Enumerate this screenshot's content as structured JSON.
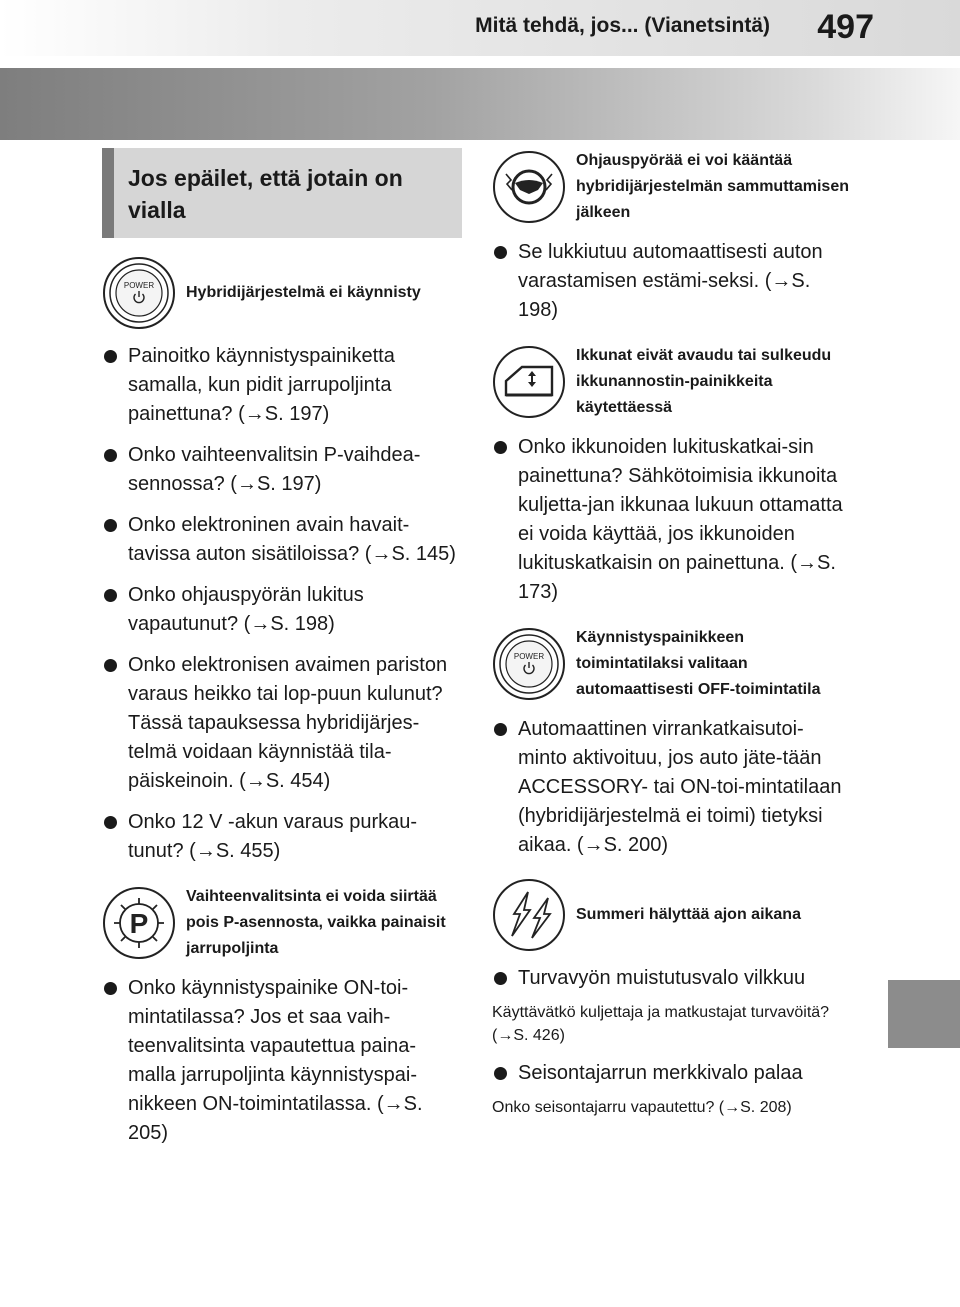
{
  "header": {
    "title": "Mitä tehdä, jos... (Vianetsintä)",
    "page_number": "497"
  },
  "left": {
    "heading": "Jos epäilet, että jotain on vialla",
    "sym1": {
      "icon": "power-button-icon",
      "icon_label": "POWER",
      "title": "Hybridijärjestelmä ei käynnisty",
      "items": [
        "Painoitko käynnistyspainiketta samalla, kun pidit jarrupoljinta painettuna? (→S. 197)",
        "Onko vaihteenvalitsin P-vaihdea-sennossa? (→S. 197)",
        "Onko elektroninen avain havait-tavissa auton sisätiloissa? (→S. 145)",
        "Onko ohjauspyörän lukitus vapautunut? (→S. 198)",
        "Onko elektronisen avaimen pariston varaus heikko tai lop-puun kulunut? Tässä tapauksessa hybridijärjes-telmä voidaan käynnistää tila-päiskeinoin. (→S. 454)",
        "Onko 12 V -akun varaus purkau-tunut? (→S. 455)"
      ]
    },
    "sym2": {
      "icon": "shift-p-icon",
      "icon_label": "P",
      "title": "Vaihteenvalitsinta ei voida siirtää pois P-asennosta, vaikka painaisit jarrupoljinta",
      "items": [
        "Onko käynnistyspainike ON-toi-mintatilassa? Jos et saa vaih-teenvalitsinta vapautettua paina-malla jarrupoljinta käynnistyspai-nikkeen ON-toimintatilassa. (→S. 205)"
      ]
    }
  },
  "right": {
    "sym3": {
      "icon": "steering-wheel-icon",
      "title": "Ohjauspyörää ei voi kääntää hybridijärjestelmän sammuttamisen jälkeen",
      "items": [
        "Se lukkiutuu automaattisesti auton varastamisen estämi-seksi. (→S. 198)"
      ]
    },
    "sym4": {
      "icon": "window-switch-icon",
      "title": "Ikkunat eivät avaudu tai sulkeudu ikkunannostin-painikkeita käytettäessä",
      "items": [
        "Onko ikkunoiden lukituskatkai-sin painettuna? Sähkötoimisia ikkunoita kuljetta-jan ikkunaa lukuun ottamatta ei voida käyttää, jos ikkunoiden lukituskatkaisin on painettuna. (→S. 173)"
      ]
    },
    "sym5": {
      "icon": "power-button-icon",
      "icon_label": "POWER",
      "title": "Käynnistyspainikkeen toimintatilaksi valitaan automaattisesti OFF-toimintatila",
      "items": [
        "Automaattinen virrankatkaisutoi-minto aktivoituu, jos auto jäte-tään ACCESSORY- tai ON-toi-mintatilaan (hybridijärjestelmä ei toimi) tietyksi aikaa. (→S. 200)"
      ]
    },
    "sym6": {
      "icon": "buzzer-icon",
      "title": "Summeri hälyttää ajon aikana",
      "items": [
        "Turvavyön muistutusvalo vilkkuu",
        "Seisontajarrun merkkivalo palaa"
      ],
      "notes": [
        "Käyttävätkö kuljettaja ja matkustajat turvavöitä? (→S. 426)",
        "Onko seisontajarru vapautettu? (→S. 208)"
      ]
    }
  }
}
